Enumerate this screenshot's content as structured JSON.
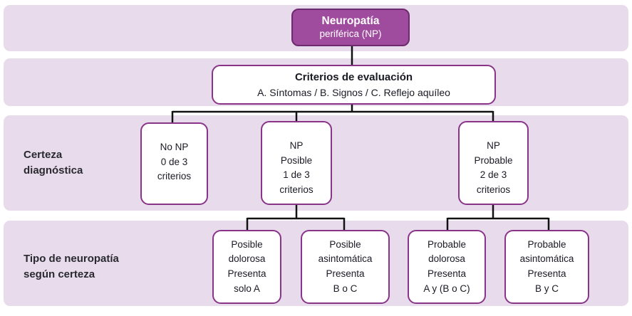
{
  "diagram": {
    "root_node": {
      "line1": "Neuropatía",
      "line2": "periférica (NP)"
    },
    "criteria_node": {
      "title": "Criterios de evaluación",
      "subtitle": "A. Síntomas / B. Signos / C. Reflejo aquíleo"
    },
    "row_labels": {
      "certainty": [
        "Certeza",
        "diagnóstica"
      ],
      "type": [
        "Tipo de neuropatía",
        "según certeza"
      ]
    },
    "certainty_nodes": [
      {
        "lines": [
          "No NP",
          "0 de 3",
          "criterios"
        ]
      },
      {
        "lines": [
          "NP",
          "Posible",
          "1 de 3",
          "criterios"
        ]
      },
      {
        "lines": [
          "NP",
          "Probable",
          "2 de 3",
          "criterios"
        ]
      }
    ],
    "type_nodes": [
      {
        "lines": [
          "Posible",
          "dolorosa",
          "Presenta",
          "solo A"
        ]
      },
      {
        "lines": [
          "Posible",
          "asintomática",
          "Presenta",
          "B o C"
        ]
      },
      {
        "lines": [
          "Probable",
          "dolorosa",
          "Presenta",
          "A y (B o C)"
        ]
      },
      {
        "lines": [
          "Probable",
          "asintomática",
          "Presenta",
          "B y C"
        ]
      }
    ],
    "colors": {
      "band": "#e8dcec",
      "node_fill": "#a04c9e",
      "node_border": "#6e2a6e",
      "box_border": "#8a3489",
      "box_text": "#1a1a24",
      "label_text": "#29292f",
      "connector": "#121212"
    }
  }
}
